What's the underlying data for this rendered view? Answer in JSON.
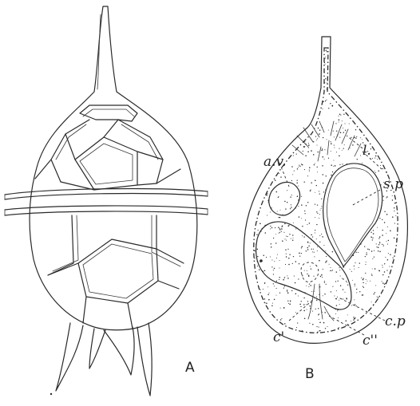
{
  "panels": {
    "a": {
      "letter": "A"
    },
    "b": {
      "letter": "B",
      "labels": {
        "l": "l.",
        "av": "a.v.",
        "sp": "s p",
        "cp": "c.p",
        "c1": "c'",
        "c2": "c''"
      }
    }
  },
  "colors": {
    "ink": "#2a2a2a",
    "paper": "#ffffff"
  }
}
